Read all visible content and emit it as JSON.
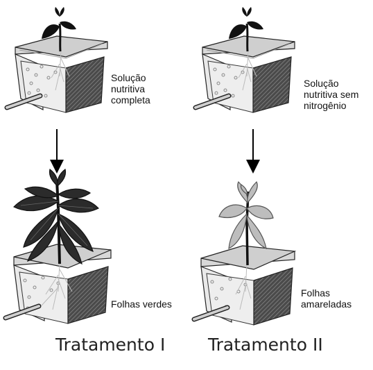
{
  "treatments": [
    {
      "title": "Tratamento I",
      "initial_label": [
        "Solução",
        "nutritiva",
        "completa"
      ],
      "final_label": [
        "Folhas verdes"
      ]
    },
    {
      "title": "Tratamento II",
      "initial_label": [
        "Solução",
        "nutritiva sem",
        "nitrogênio"
      ],
      "final_label": [
        "Folhas",
        "amareladas"
      ]
    }
  ],
  "colors": {
    "healthy_leaf": "#2b2b2b",
    "yellowed_leaf": "#bdbdbd",
    "container": "#e6e6e6",
    "soil": "#4a4a4a"
  }
}
